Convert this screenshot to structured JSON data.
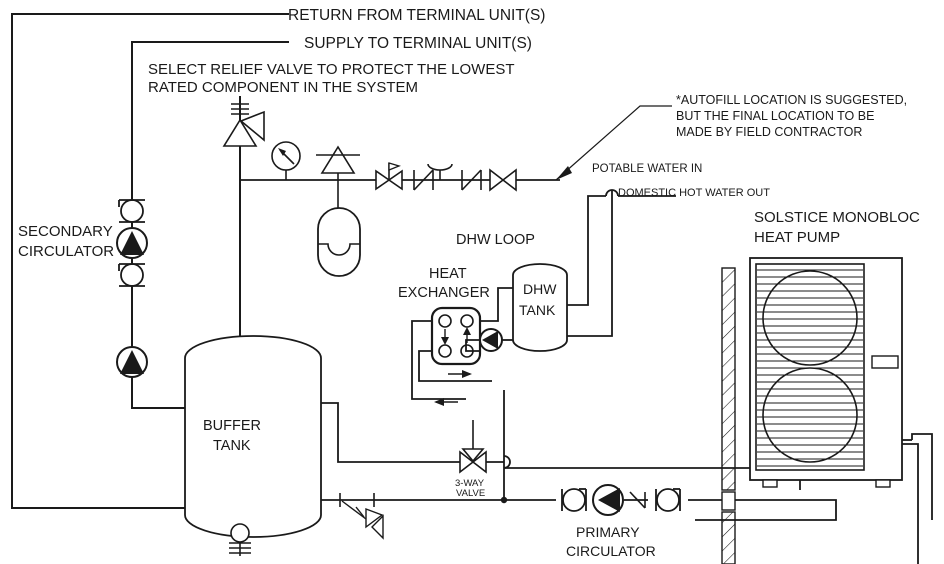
{
  "diagram": {
    "title": "Solstice Monobloc Heat Pump Hydronic Piping Schematic",
    "line_color": "#1a1a1a",
    "fill_color": "#ffffff",
    "background": "#ffffff"
  },
  "labels": {
    "return_from_terminal": "RETURN FROM TERMINAL UNIT(S)",
    "supply_to_terminal": "SUPPLY TO  TERMINAL UNIT(S)",
    "relief_note_line1": "SELECT RELIEF VALVE TO PROTECT THE LOWEST",
    "relief_note_line2": "RATED COMPONENT IN THE SYSTEM",
    "autofill_note_line1": "*AUTOFILL LOCATION IS SUGGESTED,",
    "autofill_note_line2": "BUT THE FINAL LOCATION TO BE",
    "autofill_note_line3": "MADE BY FIELD CONTRACTOR",
    "potable_water_in": "POTABLE WATER IN",
    "domestic_hot_water_out": "DOMESTIC HOT WATER OUT",
    "secondary_circulator_line1": "SECONDARY",
    "secondary_circulator_line2": "CIRCULATOR",
    "heat_pump_line1": "SOLSTICE MONOBLOC",
    "heat_pump_line2": "HEAT PUMP",
    "dhw_loop": "DHW LOOP",
    "heat_exchanger_line1": "HEAT",
    "heat_exchanger_line2": "EXCHANGER",
    "dhw_tank_line1": "DHW",
    "dhw_tank_line2": "TANK",
    "buffer_tank_line1": "BUFFER",
    "buffer_tank_line2": "TANK",
    "three_way_valve_line1": "3-WAY",
    "three_way_valve_line2": "VALVE",
    "primary_circulator_line1": "PRIMARY",
    "primary_circulator_line2": "CIRCULATOR"
  },
  "components": [
    {
      "id": "relief-valve",
      "name": "Pressure relief valve"
    },
    {
      "id": "pressure-gauge",
      "name": "Pressure / temperature gauge"
    },
    {
      "id": "air-separator",
      "name": "Air separator"
    },
    {
      "id": "expansion-tank",
      "name": "Expansion tank"
    },
    {
      "id": "ball-valve",
      "name": "Ball valve"
    },
    {
      "id": "backflow-preventer",
      "name": "Backflow preventer with pressure reducing valve"
    },
    {
      "id": "gate-valve",
      "name": "Gate valve"
    },
    {
      "id": "secondary-circulator",
      "name": "Secondary circulator with isolation flanges"
    },
    {
      "id": "buffer-tank",
      "name": "Buffer tank with drain"
    },
    {
      "id": "heat-exchanger",
      "name": "Brazed plate heat exchanger"
    },
    {
      "id": "dhw-tank",
      "name": "Domestic hot water tank"
    },
    {
      "id": "dhw-circulator",
      "name": "DHW loop circulator"
    },
    {
      "id": "three-way-valve",
      "name": "3-way diverting valve"
    },
    {
      "id": "primary-circulator",
      "name": "Primary circulator with isolation valves and check valve"
    },
    {
      "id": "heat-pump",
      "name": "Solstice monobloc air-to-water heat pump"
    },
    {
      "id": "drain-valve",
      "name": "Boiler drain valve"
    },
    {
      "id": "wall",
      "name": "Building exterior wall"
    }
  ]
}
